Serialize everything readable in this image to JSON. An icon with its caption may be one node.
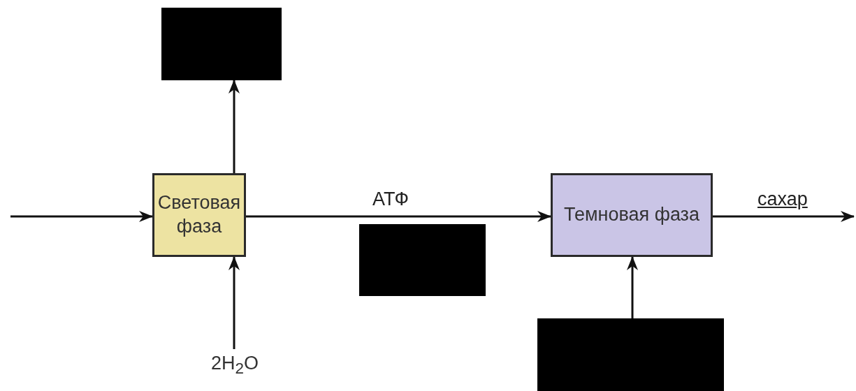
{
  "diagram": {
    "nodes": [
      {
        "text": [
          "Световая фаза"
        ]
      },
      {
        "text": [],
        "shape": "box"
      },
      {
        "text": [
          "2H$_{2}$O"
        ]
      },
      {
        "text": [],
        "shape": "box"
      },
      {
        "text": [
          "Темновая фаза"
        ]
      },
      {
        "text": [],
        "shape": "box"
      }
    ],
    "edges": [
      {
        "from": null,
        "to": 0,
        "arrow": "to"
      },
      {
        "from": 0,
        "to": 1,
        "arrow": "to"
      },
      {
        "from": 2,
        "to": 0,
        "arrow": "to"
      },
      {
        "from": 0,
        "to": 4,
        "arrow": "to",
        "label": "АТФ"
      },
      {
        "from": 5,
        "to": 4,
        "arrow": "to"
      },
      {
        "from": 4,
        "to": null,
        "arrow": "to",
        "label": "сахар"
      }
    ]
  }
}
